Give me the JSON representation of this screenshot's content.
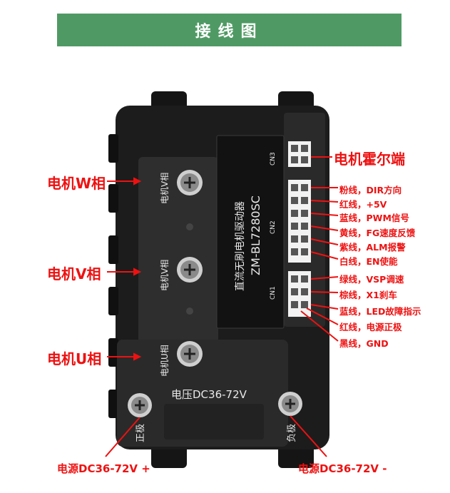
{
  "header": {
    "title": "接线图"
  },
  "device": {
    "model_line1": "直流无刷电机驱动器",
    "model_line2": "ZM-BL7280SC",
    "voltage": "电压DC36-72V",
    "terminals": [
      "电机V相",
      "电机V相",
      "电机U相"
    ],
    "positive": "正极",
    "negative": "负极",
    "connectors": [
      "CN3",
      "CN2",
      "CN1"
    ]
  },
  "labels": {
    "motor_w": "电机W相",
    "motor_v": "电机V相",
    "motor_u": "电机U相",
    "hall": "电机霍尔端",
    "power_pos": "电源DC36-72V +",
    "power_neg": "电源DC36-72V -"
  },
  "wires": [
    "粉线，DIR方向",
    "红线，+5V",
    "蓝线，PWM信号",
    "黄线，FG速度反馈",
    "紫线，ALM报警",
    "白线，EN使能",
    "绿线，VSP调速",
    "棕线，X1刹车",
    "蓝线，LED故障指示",
    "红线，电源正极",
    "黑线，GND"
  ],
  "colors": {
    "banner": "#4f9a64",
    "label": "#ee1111",
    "body": "#1c1c1c"
  }
}
